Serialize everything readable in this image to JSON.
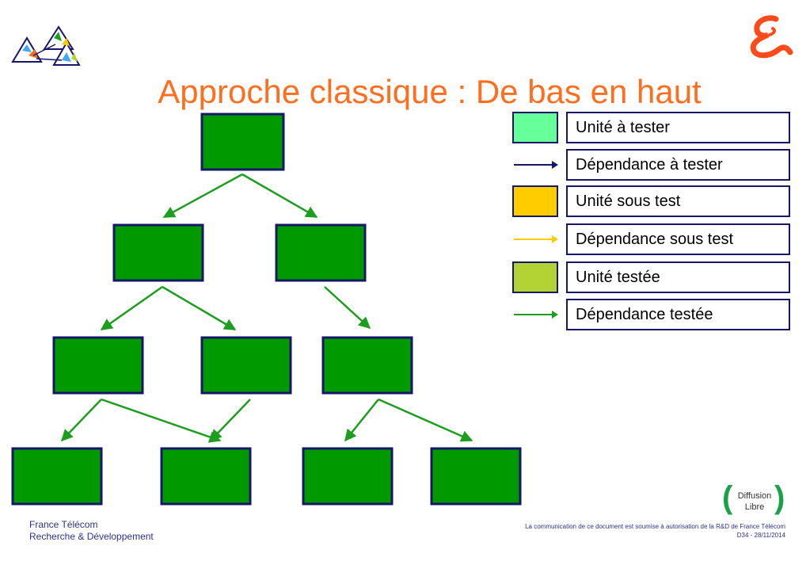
{
  "title": "Approche classique : De bas en haut",
  "legend": [
    {
      "kind": "swatch",
      "color": "#66ff99",
      "label": "Unité à tester"
    },
    {
      "kind": "arrow",
      "color": "#17176a",
      "label": "Dépendance à tester"
    },
    {
      "kind": "swatch",
      "color": "#ffcc00",
      "label": "Unité sous test"
    },
    {
      "kind": "arrow",
      "color": "#ffcc00",
      "label": "Dépendance sous test"
    },
    {
      "kind": "swatch",
      "color": "#b3d233",
      "label": "Unité testée"
    },
    {
      "kind": "arrow",
      "color": "#1e9e1e",
      "label": "Dépendance testée"
    }
  ],
  "colors": {
    "node_fill": "#009900",
    "node_border": "#17176a",
    "edge": "#1e9e1e",
    "title": "#ff6e1f"
  },
  "footer": {
    "org_line1": "France Télécom",
    "org_line2": "Recherche & Développement",
    "notice": "La communication de ce document est soumise à autorisation de la R&D de France Télécom",
    "ref": "D34 - 28/11/2014"
  },
  "badge": {
    "line1": "Diffusion",
    "line2": "Libre"
  },
  "logos": [
    "triangles-logo-icon",
    "france-telecom-logo-icon"
  ]
}
